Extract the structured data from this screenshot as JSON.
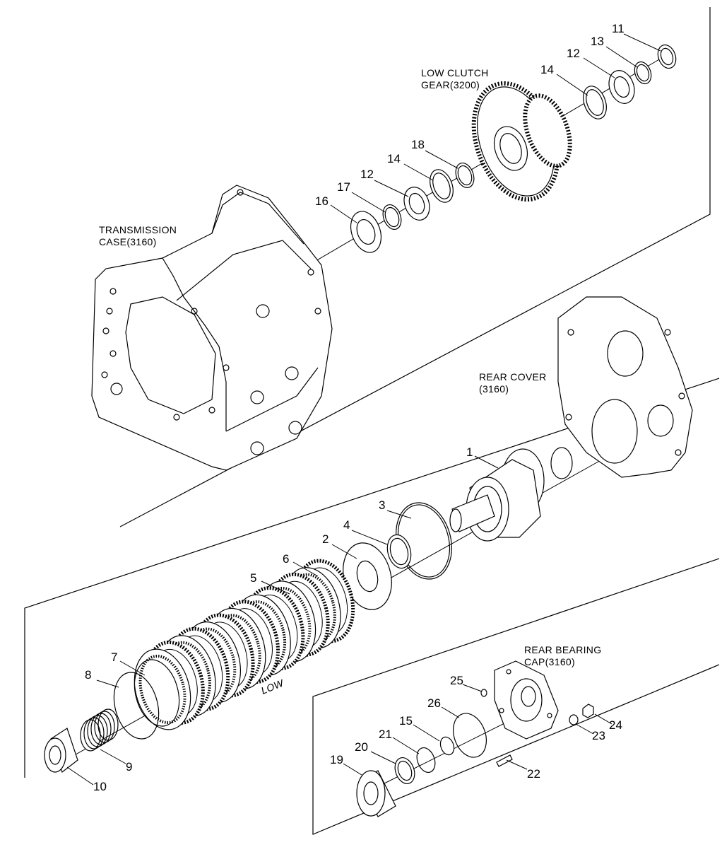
{
  "labels": {
    "low_clutch_gear_1": "LOW CLUTCH",
    "low_clutch_gear_2": "GEAR(3200)",
    "transmission_case_1": "TRANSMISSION",
    "transmission_case_2": "CASE(3160)",
    "rear_cover_1": "REAR COVER",
    "rear_cover_2": "(3160)",
    "rear_bearing_cap_1": "REAR BEARING",
    "rear_bearing_cap_2": "CAP(3160)",
    "low": "LOW"
  },
  "callouts": [
    "1",
    "2",
    "3",
    "4",
    "5",
    "6",
    "7",
    "8",
    "9",
    "10",
    "11",
    "12",
    "12",
    "13",
    "14",
    "14",
    "15",
    "16",
    "17",
    "18",
    "19",
    "20",
    "21",
    "22",
    "23",
    "24",
    "25",
    "26"
  ],
  "colors": {
    "line": "#000000",
    "background": "#ffffff"
  }
}
